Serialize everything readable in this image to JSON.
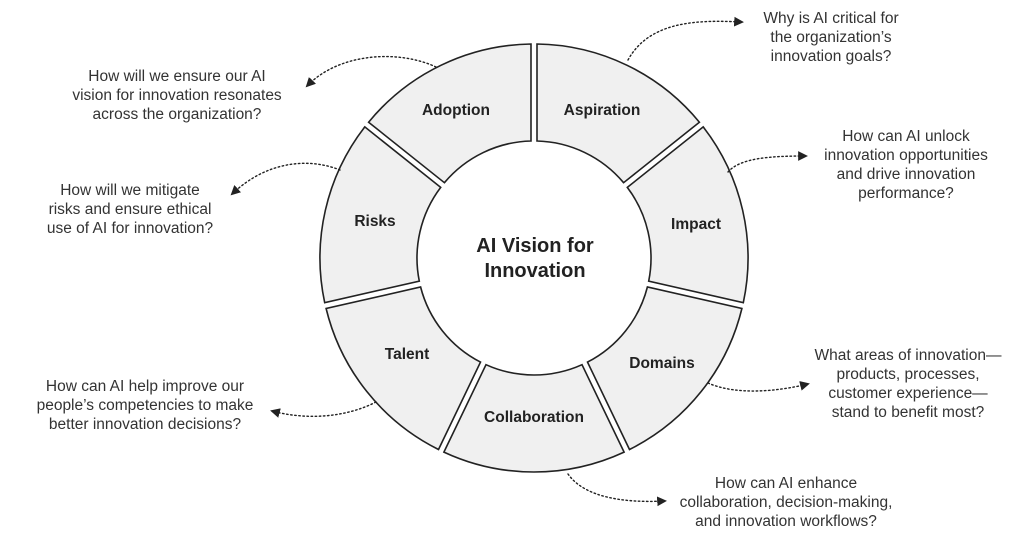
{
  "center": {
    "line1": "AI Vision for",
    "line2": "Innovation"
  },
  "segments": [
    {
      "label": "Aspiration"
    },
    {
      "label": "Impact"
    },
    {
      "label": "Domains"
    },
    {
      "label": "Collaboration"
    },
    {
      "label": "Talent"
    },
    {
      "label": "Risks"
    },
    {
      "label": "Adoption"
    }
  ],
  "questions": {
    "aspiration": [
      "Why is AI critical for",
      "the organization’s",
      "innovation goals?"
    ],
    "impact": [
      "How can AI unlock",
      "innovation opportunities",
      "and drive innovation",
      "performance?"
    ],
    "domains": [
      "What areas of innovation—",
      "products, processes,",
      "customer experience—",
      "stand to benefit most?"
    ],
    "collaboration": [
      "How can AI enhance",
      "collaboration, decision-making,",
      "and innovation workflows?"
    ],
    "talent": [
      "How can AI help improve our",
      "people’s competencies to make",
      "better innovation decisions?"
    ],
    "risks": [
      "How will we mitigate",
      "risks and ensure ethical",
      "use of AI for innovation?"
    ],
    "adoption": [
      "How will we ensure our AI",
      "vision for innovation resonates",
      "across the organization?"
    ]
  },
  "colors": {
    "segment_fill": "#f0f0f0",
    "stroke": "#222222",
    "text": "#222222"
  }
}
